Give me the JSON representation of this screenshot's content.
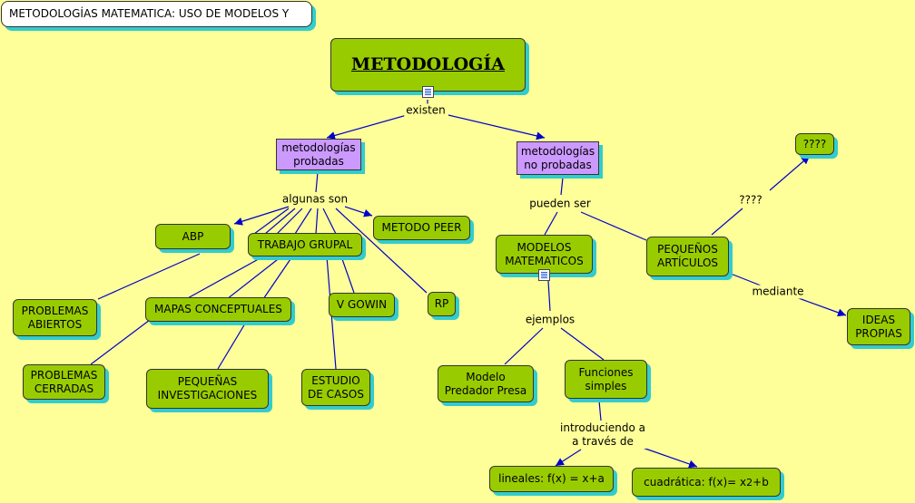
{
  "header": {
    "title": "METODOLOGÍAS MATEMATICA: USO DE  MODELOS Y"
  },
  "nodes": {
    "root": "METODOLOGÍA",
    "probadas": "metodologías\nprobadas",
    "no_probadas": "metodologías\nno probadas",
    "abp": "ABP",
    "trabajo_grupal": "TRABAJO GRUPAL",
    "metodo_peer": "METODO PEER",
    "problemas_abiertos": "PROBLEMAS\nABIERTOS",
    "mapas_conceptuales": "MAPAS CONCEPTUALES",
    "v_gowin": "V GOWIN",
    "rp": "RP",
    "problemas_cerradas": "PROBLEMAS\nCERRADAS",
    "pequenas_investigaciones": "PEQUEÑAS\nINVESTIGACIONES",
    "estudio_casos": "ESTUDIO\nDE CASOS",
    "modelos_matematicos": "MODELOS\nMATEMATICOS",
    "pequenos_articulos": "PEQUEÑOS\nARTÍCULOS",
    "interrogacion": "????",
    "ideas_propias": "IDEAS\nPROPIAS",
    "modelo_predador": "Modelo\nPredador Presa",
    "funciones_simples": "Funciones\nsimples",
    "lineales": "lineales: f(x) = x+a",
    "cuadratica_base": "cuadrática: f(x)= x",
    "cuadratica_exp": "2",
    "cuadratica_tail": "+b"
  },
  "links": {
    "existen": "existen",
    "algunas_son": "algunas son",
    "pueden_ser": "pueden ser",
    "interrogacion": "????",
    "mediante": "mediante",
    "ejemplos": "ejemplos",
    "introduciendo": "introduciendo a\na través de"
  },
  "icons": [
    "picture-icon",
    "document-icon"
  ],
  "colors": {
    "background": "#ffff99",
    "concept": "#99cc00",
    "category": "#cc99ff",
    "shadow": "#33cccc",
    "line": "#0000cc"
  }
}
